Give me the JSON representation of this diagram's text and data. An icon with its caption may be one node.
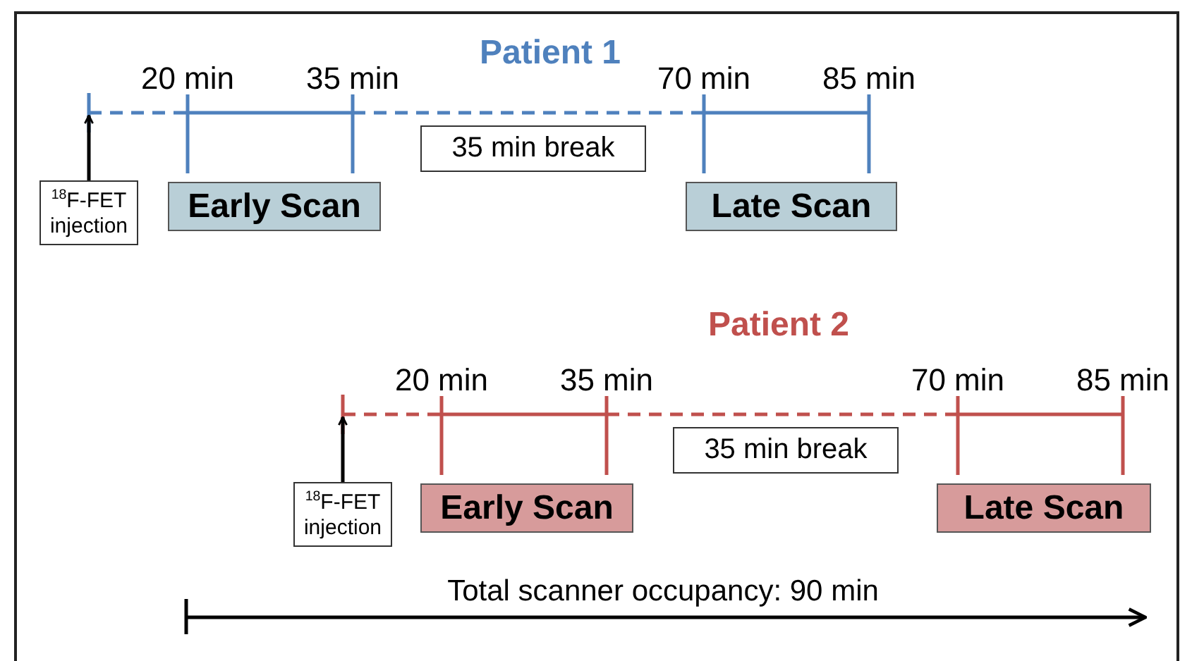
{
  "diagram": {
    "nodes": [
      {
        "text": [
          "35 min break"
        ]
      },
      {
        "text": [
          "$^{18}$F-FET injection"
        ]
      },
      {
        "text": [
          "Early Scan"
        ]
      },
      {
        "text": [
          "Late Scan"
        ]
      },
      {
        "text": [
          "35 min break"
        ]
      },
      {
        "text": [
          "$^{18}$F-FET injection"
        ]
      },
      {
        "text": [
          "Early Scan"
        ]
      },
      {
        "text": [
          "Late Scan"
        ]
      }
    ],
    "edges": [
      {
        "from": 1,
        "to": null,
        "arrow": "to"
      },
      {
        "from": 5,
        "to": null,
        "arrow": "to"
      }
    ],
    "labels": [
      "Patient 1",
      "20 min",
      "35 min",
      "70 min",
      "85 min",
      "Patient 2",
      "20 min",
      "35 min",
      "70 min",
      "85 min",
      "Total scanner occupancy: 90 min"
    ]
  }
}
